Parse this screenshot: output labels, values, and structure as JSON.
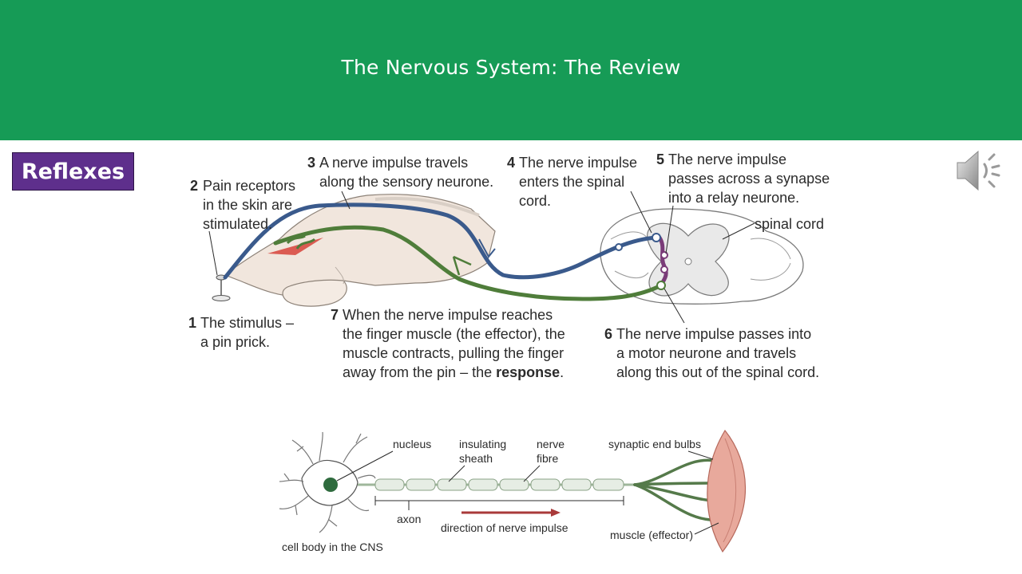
{
  "slide": {
    "title": "The Nervous System: The Review",
    "section_label": "Reflexes",
    "audio_icon": "speaker-icon"
  },
  "reflex_arc": {
    "steps": [
      {
        "num": "1",
        "lines": [
          "The stimulus –",
          "a pin prick."
        ]
      },
      {
        "num": "2",
        "lines": [
          "Pain receptors",
          "in the skin are",
          "stimulated."
        ]
      },
      {
        "num": "3",
        "lines": [
          "A nerve impulse travels",
          "along the sensory neurone."
        ]
      },
      {
        "num": "4",
        "lines": [
          "The nerve impulse",
          "enters the spinal",
          "cord."
        ]
      },
      {
        "num": "5",
        "lines": [
          "The nerve impulse",
          "passes across a synapse",
          "into a relay neurone."
        ]
      },
      {
        "num": "6",
        "lines": [
          "The nerve impulse passes into",
          "a motor neurone and travels",
          "along this out of the spinal cord."
        ]
      },
      {
        "num": "7",
        "lines": [
          "When the nerve impulse reaches",
          "the finger muscle (the effector), the",
          "muscle contracts, pulling the finger",
          "away from the pin – the "
        ],
        "bold": "response",
        "tail": "."
      }
    ],
    "spinal_cord_label": "spinal cord",
    "colors": {
      "sensory": "#3a5a8c",
      "motor": "#4f7d3a",
      "relay": "#7a3b78"
    }
  },
  "motor_neurone": {
    "labels": {
      "nucleus": "nucleus",
      "sheath_1": "insulating",
      "sheath_2": "sheath",
      "fibre_1": "nerve",
      "fibre_2": "fibre",
      "end_bulbs": "synaptic end bulbs",
      "axon": "axon",
      "direction": "direction of nerve impulse",
      "muscle": "muscle (effector)",
      "cell_body": "cell body in the CNS"
    }
  }
}
